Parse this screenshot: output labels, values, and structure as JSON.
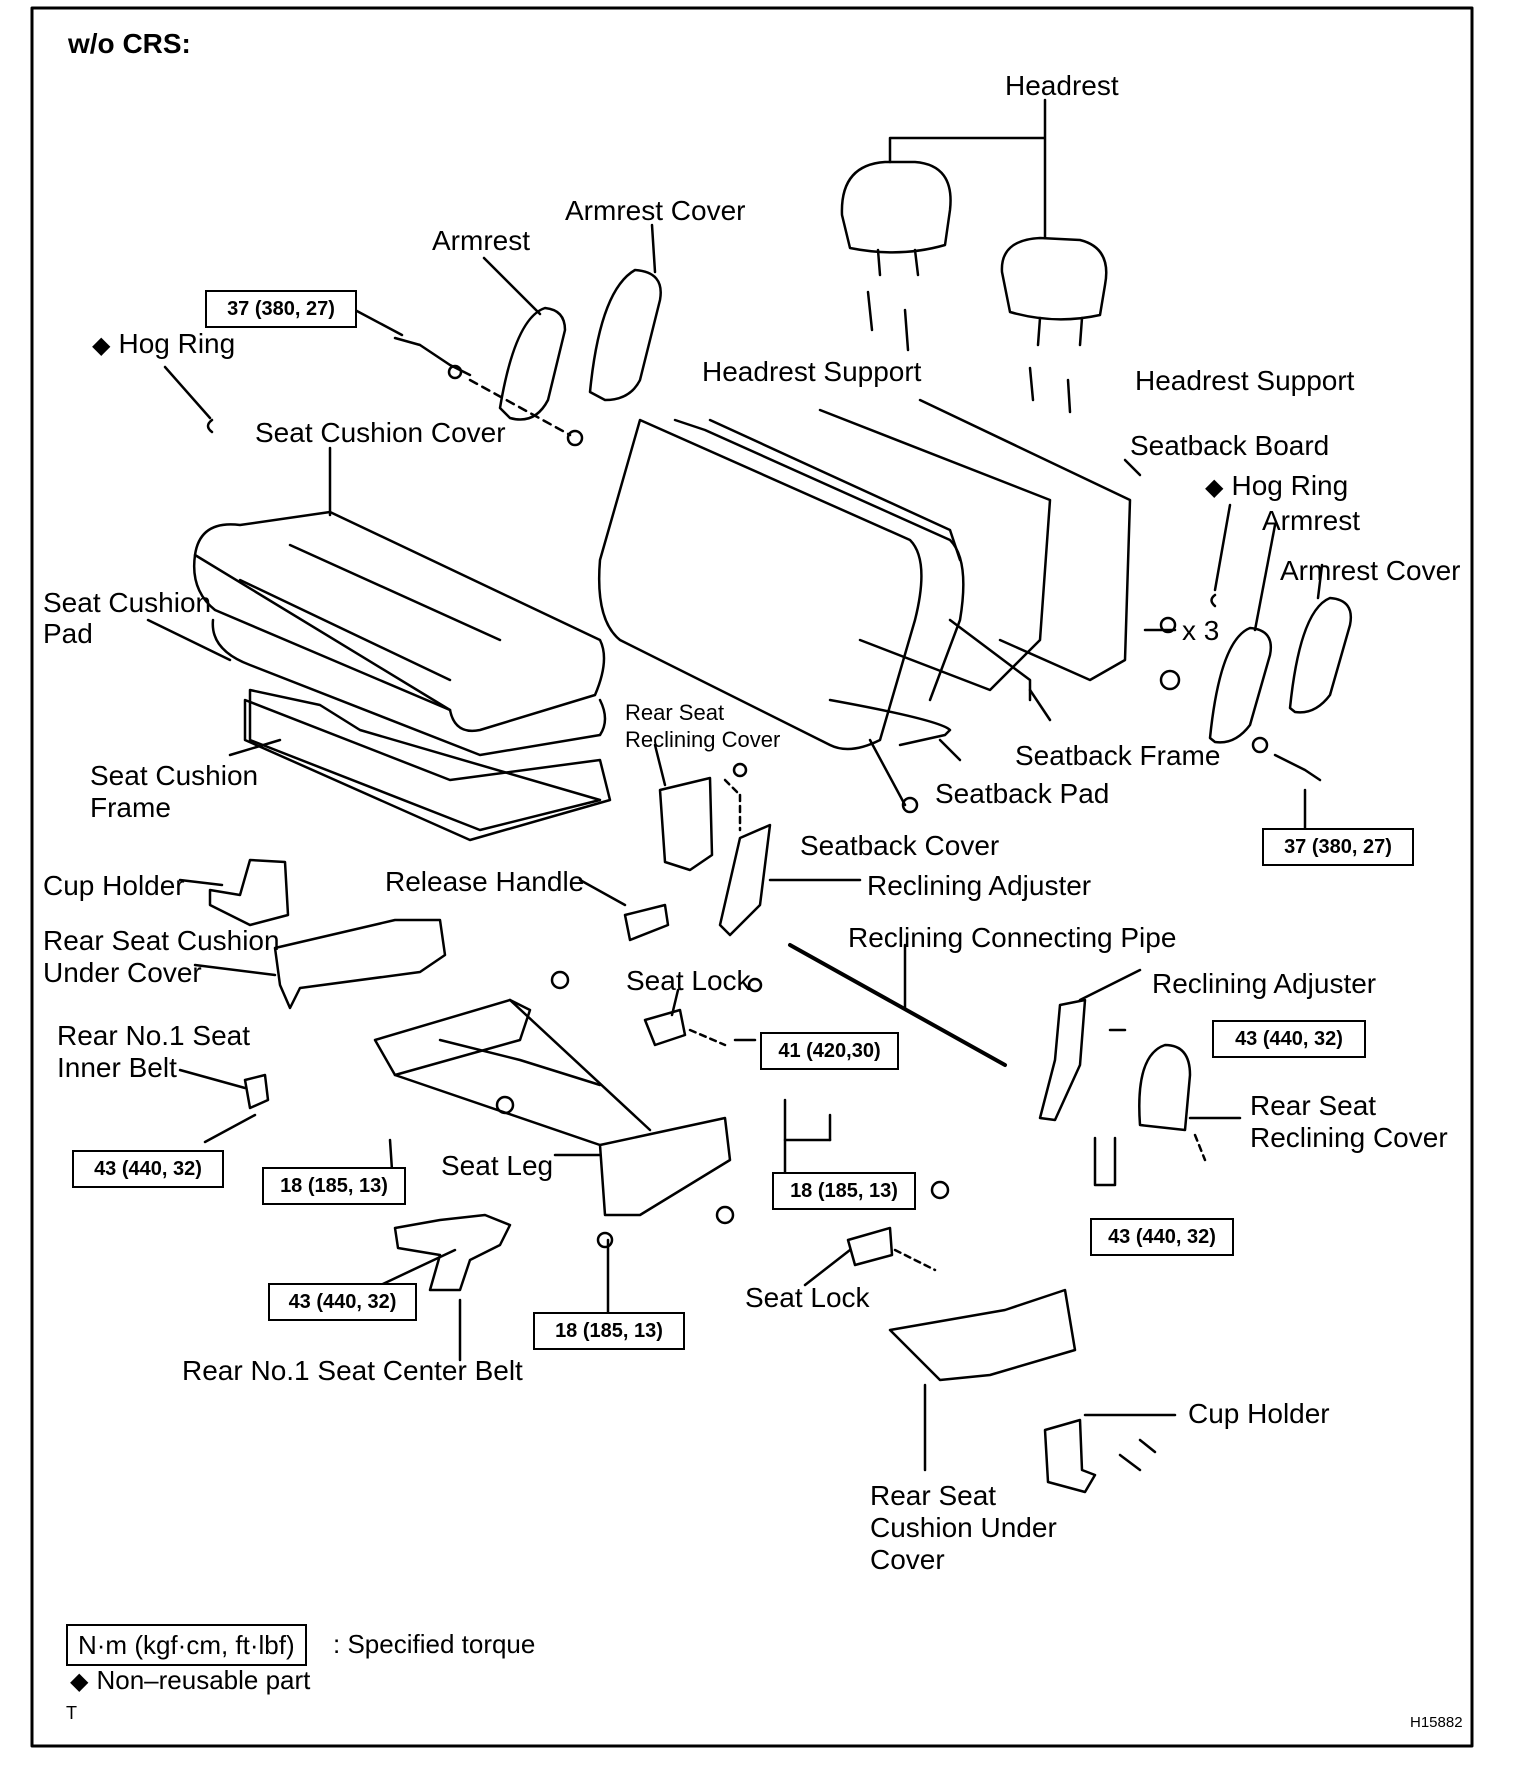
{
  "header": {
    "variant": "w/o CRS:"
  },
  "labels": {
    "headrest": "Headrest",
    "armrest_cover_left": "Armrest Cover",
    "armrest_left": "Armrest",
    "hog_ring_left": "Hog Ring",
    "headrest_support_left": "Headrest Support",
    "headrest_support_right": "Headrest Support",
    "seat_cushion_cover": "Seat Cushion Cover",
    "seatback_board": "Seatback Board",
    "hog_ring_right": "Hog Ring",
    "armrest_right": "Armrest",
    "armrest_cover_right": "Armrest Cover",
    "seat_cushion_pad_1": "Seat Cushion",
    "seat_cushion_pad_2": "Pad",
    "times_three": "x 3",
    "rear_seat_reclining_cover_top_1": "Rear Seat",
    "rear_seat_reclining_cover_top_2": "Reclining Cover",
    "seatback_frame": "Seatback Frame",
    "seat_cushion_frame_1": "Seat Cushion",
    "seat_cushion_frame_2": "Frame",
    "seatback_pad": "Seatback Pad",
    "seatback_cover": "Seatback Cover",
    "cup_holder_left": "Cup Holder",
    "release_handle": "Release Handle",
    "reclining_adjuster_left": "Reclining Adjuster",
    "rear_seat_cushion_under_cover_left_1": "Rear Seat Cushion",
    "rear_seat_cushion_under_cover_left_2": "Under Cover",
    "reclining_connecting_pipe": "Reclining Connecting Pipe",
    "seat_lock_top": "Seat Lock",
    "reclining_adjuster_right": "Reclining Adjuster",
    "rear_no1_seat_inner_belt_1": "Rear No.1 Seat",
    "rear_no1_seat_inner_belt_2": "Inner Belt",
    "rear_seat_reclining_cover_right_1": "Rear Seat",
    "rear_seat_reclining_cover_right_2": "Reclining Cover",
    "seat_leg": "Seat Leg",
    "seat_lock_bottom": "Seat Lock",
    "rear_no1_seat_center_belt": "Rear No.1 Seat Center Belt",
    "cup_holder_right": "Cup Holder",
    "rear_seat_cushion_under_cover_right_1": "Rear Seat",
    "rear_seat_cushion_under_cover_right_2": "Cushion Under",
    "rear_seat_cushion_under_cover_right_3": "Cover"
  },
  "torques": {
    "armrest_left": "37 (380, 27)",
    "armrest_right": "37 (380, 27)",
    "seat_lock_top": "41 (420,30)",
    "reclining_adjuster_right": "43 (440, 32)",
    "inner_belt": "43 (440, 32)",
    "seat_leg_left": "18 (185, 13)",
    "seat_leg_right": "18 (185, 13)",
    "reclining_adjuster_right_lower": "43 (440, 32)",
    "center_belt": "43 (440, 32)",
    "seat_leg_bottom": "18 (185, 13)"
  },
  "legend": {
    "torque_unit": "N·m (kgf·cm, ft·lbf)",
    "torque_desc": ": Specified torque",
    "non_reusable": "Non–reusable part",
    "diamond_symbol": "◆",
    "corner_mark": "T"
  },
  "figure_id": "H15882"
}
